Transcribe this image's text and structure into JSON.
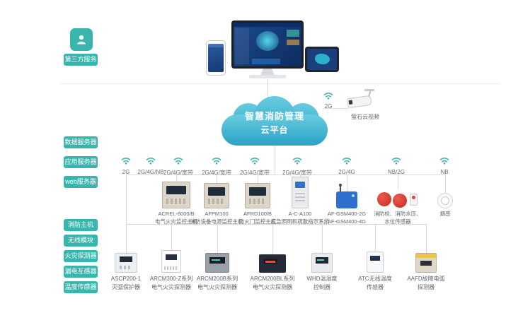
{
  "colors": {
    "accent": "#3ab5ad",
    "cloud_top": "#68cce0",
    "cloud_bottom": "#2aa2c6",
    "connector": "#d9d9d9"
  },
  "sidebar": {
    "third_party": "第三方服务",
    "servers": [
      "数据服务器",
      "应用服务器",
      "web服务器"
    ],
    "hosts": [
      "消防主机",
      "无线模块",
      "火灾探测器",
      "漏电互感器",
      "温度传感器"
    ]
  },
  "cloud": {
    "line1": "智慧消防管理",
    "line2": "云平台"
  },
  "camera": {
    "network": "2G",
    "label": "萤石云视频"
  },
  "network_nodes": [
    {
      "label": "2G"
    },
    {
      "label": "2G/4G/NB"
    },
    {
      "label": "2G/4G/宽带"
    },
    {
      "label": "2G/4G/宽带"
    },
    {
      "label": "2G/4G/宽带"
    },
    {
      "label": "2G/4G/宽带"
    },
    {
      "label": "2G/4G"
    },
    {
      "label": "NB/2G"
    },
    {
      "label": "NB"
    }
  ],
  "middle_devices": [
    {
      "line1": "ACREL-6000/B",
      "line2": "电气火灾监控主机"
    },
    {
      "line1": "AFPM100",
      "line2": "消防设备电源监控主机"
    },
    {
      "line1": "AFRD100/B",
      "line2": "防火门监控主机"
    },
    {
      "line1": "A-C-A100",
      "line2": "应急照明和疏散指示系统"
    },
    {
      "line1": "AF-GSM400-2G",
      "line2": "AF-GSM400-4G"
    },
    {
      "line1": "消防栓、消防水压、",
      "line2": "水位传感器"
    },
    {
      "line1": "烟感",
      "line2": ""
    }
  ],
  "bottom_devices": [
    {
      "line1": "ASCP200-1",
      "line2": "灭弧保护器"
    },
    {
      "line1": "ARCM300-Z系列",
      "line2": "电气火灾探测器"
    },
    {
      "line1": "ARCM200B系列",
      "line2": "电气火灾探测器"
    },
    {
      "line1": "ARCM200BL系列",
      "line2": "电气火灾探测器"
    },
    {
      "line1": "WHD温湿度",
      "line2": "控制器"
    },
    {
      "line1": "ATC无线温度",
      "line2": "传感器"
    },
    {
      "line1": "AAFD故障电弧",
      "line2": "探测器"
    }
  ]
}
